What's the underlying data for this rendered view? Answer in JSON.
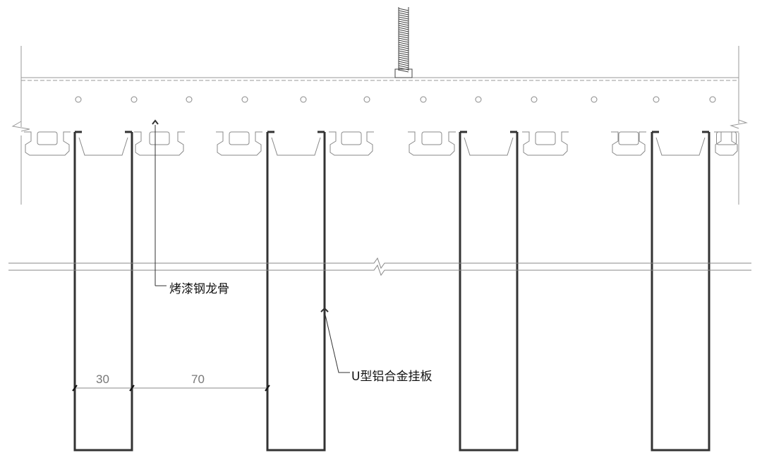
{
  "labels": {
    "keel": "烤漆钢龙骨",
    "panel": "U型铝合金挂板"
  },
  "dimensions": {
    "panel_width": "30",
    "gap_width": "70"
  }
}
